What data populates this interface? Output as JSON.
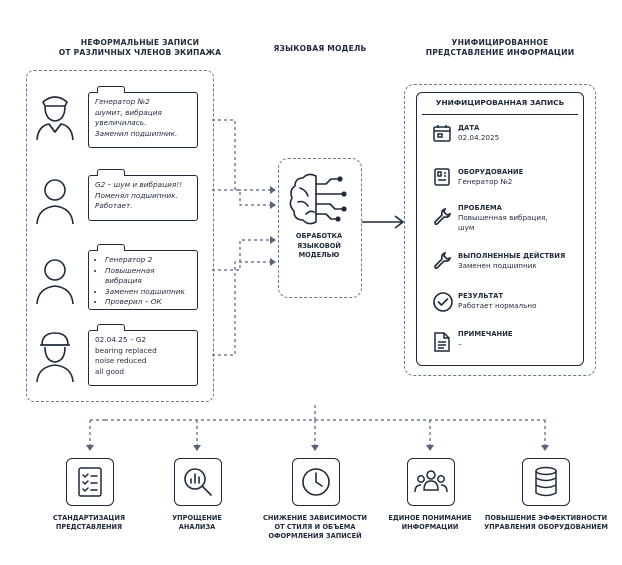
{
  "headers": {
    "left": [
      "НЕФОРМАЛЬНЫЕ ЗАПИСИ",
      "ОТ РАЗЛИЧНЫХ ЧЛЕНОВ ЭКИПАЖА"
    ],
    "middle": "ЯЗЫКОВАЯ МОДЕЛЬ",
    "right": [
      "УНИФИЦИРОВАННОЕ",
      "ПРЕДСТАВЛЕНИЕ ИНФОРМАЦИИ"
    ]
  },
  "notes": [
    {
      "lines": [
        "Генератор №2",
        "шумит, вибрация",
        "увеличилась.",
        "Заменил подшипник."
      ],
      "list": false
    },
    {
      "lines": [
        "G2 – шум и вибрация!!",
        "Поменял подшипник.",
        "Работает."
      ],
      "list": false
    },
    {
      "lines": [
        "Генератор 2",
        "Повышенная вибрация",
        "Заменен подшипник",
        "Проверил – ОК"
      ],
      "list": true
    },
    {
      "lines": [
        "02.04.25 – G2",
        "bearing replaced",
        "noise reduced",
        "all good"
      ],
      "list": false
    }
  ],
  "model": {
    "label": [
      "ОБРАБОТКА",
      "ЯЗЫКОВОЙ МОДЕЛЬЮ"
    ]
  },
  "record": {
    "title": "УНИФИЦИРОВАННАЯ ЗАПИСЬ",
    "fields": [
      {
        "icon": "calendar-icon",
        "label": "ДАТА",
        "value": [
          "02.04.2025"
        ]
      },
      {
        "icon": "equipment-icon",
        "label": "ОБОРУДОВАНИЕ",
        "value": [
          "Генератор №2"
        ]
      },
      {
        "icon": "wrench-icon",
        "label": "ПРОБЛЕМА",
        "value": [
          "Повышенная вибрация,",
          "шум"
        ]
      },
      {
        "icon": "wrench-icon",
        "label": "ВЫПОЛНЕННЫЕ ДЕЙСТВИЯ",
        "value": [
          "Заменен подшипник"
        ]
      },
      {
        "icon": "check-circle-icon",
        "label": "РЕЗУЛЬТАТ",
        "value": [
          "Работает нормально"
        ]
      },
      {
        "icon": "document-icon",
        "label": "ПРИМЕЧАНИЕ",
        "value": [
          "–"
        ]
      }
    ]
  },
  "benefits": [
    {
      "icon": "checklist-icon",
      "label": [
        "СТАНДАРТИЗАЦИЯ",
        "ПРЕДСТАВЛЕНИЯ"
      ]
    },
    {
      "icon": "magnifier-chart-icon",
      "label": [
        "УПРОЩЕНИЕ",
        "АНАЛИЗА"
      ]
    },
    {
      "icon": "clock-icon",
      "label": [
        "СНИЖЕНИЕ ЗАВИСИМОСТИ",
        "ОТ СТИЛЯ И ОБЪЕМА",
        "ОФОРМЛЕНИЯ ЗАПИСЕЙ"
      ]
    },
    {
      "icon": "people-icon",
      "label": [
        "ЕДИНОЕ ПОНИМАНИЕ",
        "ИНФОРМАЦИИ"
      ]
    },
    {
      "icon": "database-icon",
      "label": [
        "ПОВЫШЕНИЕ ЭФФЕКТИВНОСТИ",
        "УПРАВЛЕНИЯ ОБОРУДОВАНИЕМ"
      ]
    }
  ]
}
